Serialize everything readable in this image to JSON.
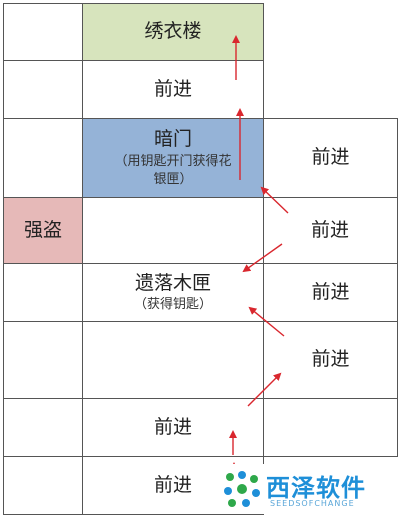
{
  "cells": {
    "xiuyilou": "绣衣楼",
    "forward_r1": "前进",
    "anmen_title": "暗门",
    "anmen_note_1": "（用钥匙开门获得花",
    "anmen_note_2": "银匣）",
    "forward_r2_right": "前进",
    "qiangdao": "强盗",
    "forward_r3_right": "前进",
    "muxia_title": "遗落木匣",
    "muxia_note": "（获得钥匙）",
    "forward_r4_right": "前进",
    "forward_r5_right": "前进",
    "forward_r7": "前进",
    "forward_r8": "前进"
  },
  "colors": {
    "green_cell": "#d7e4bd",
    "blue_cell": "#95b3d7",
    "red_cell": "#e6b9b8",
    "arrow": "#d9272e"
  },
  "watermark": {
    "name": "西泽软件",
    "sub": "SEEDSOFCHANGE"
  }
}
